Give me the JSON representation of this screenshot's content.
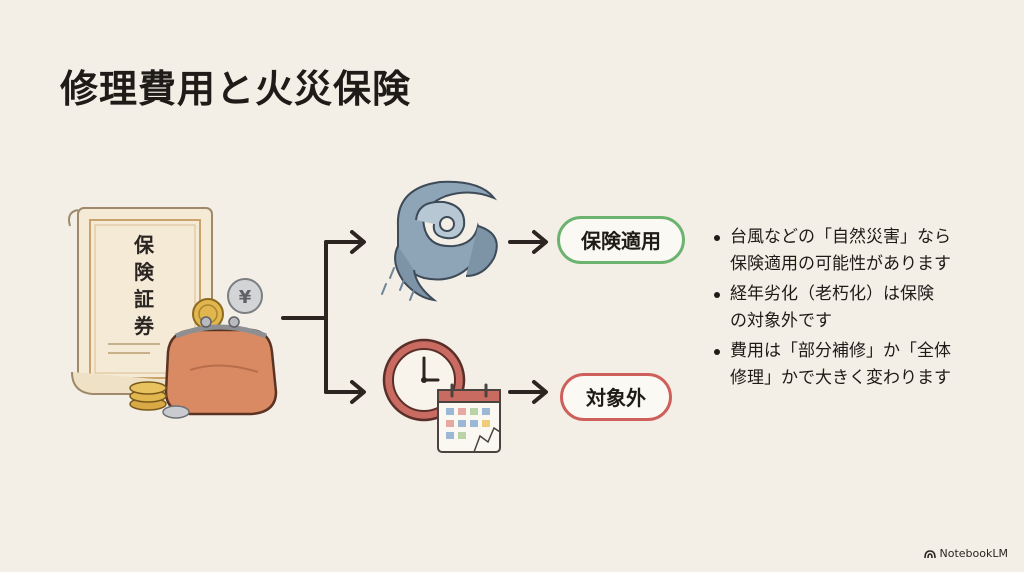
{
  "title": "修理費用と火災保険",
  "certificate_text": "保険証券",
  "outcomes": [
    {
      "label": "保険適用",
      "color": "#6bb36f",
      "icon": "typhoon-icon"
    },
    {
      "label": "対象外",
      "color": "#cf5f5a",
      "icon": "clock-calendar-icon"
    }
  ],
  "bullets": [
    [
      "台風などの「自然災害」なら",
      "保険適用の可能性があります"
    ],
    [
      "経年劣化（老朽化）は保険",
      "の対象外です"
    ],
    [
      "費用は「部分補修」か「全体",
      "修理」かで大きく変わります"
    ]
  ],
  "coin_symbol": "¥",
  "footer": {
    "brand": "NotebookLM",
    "icon": "notebooklm-logo-icon"
  }
}
